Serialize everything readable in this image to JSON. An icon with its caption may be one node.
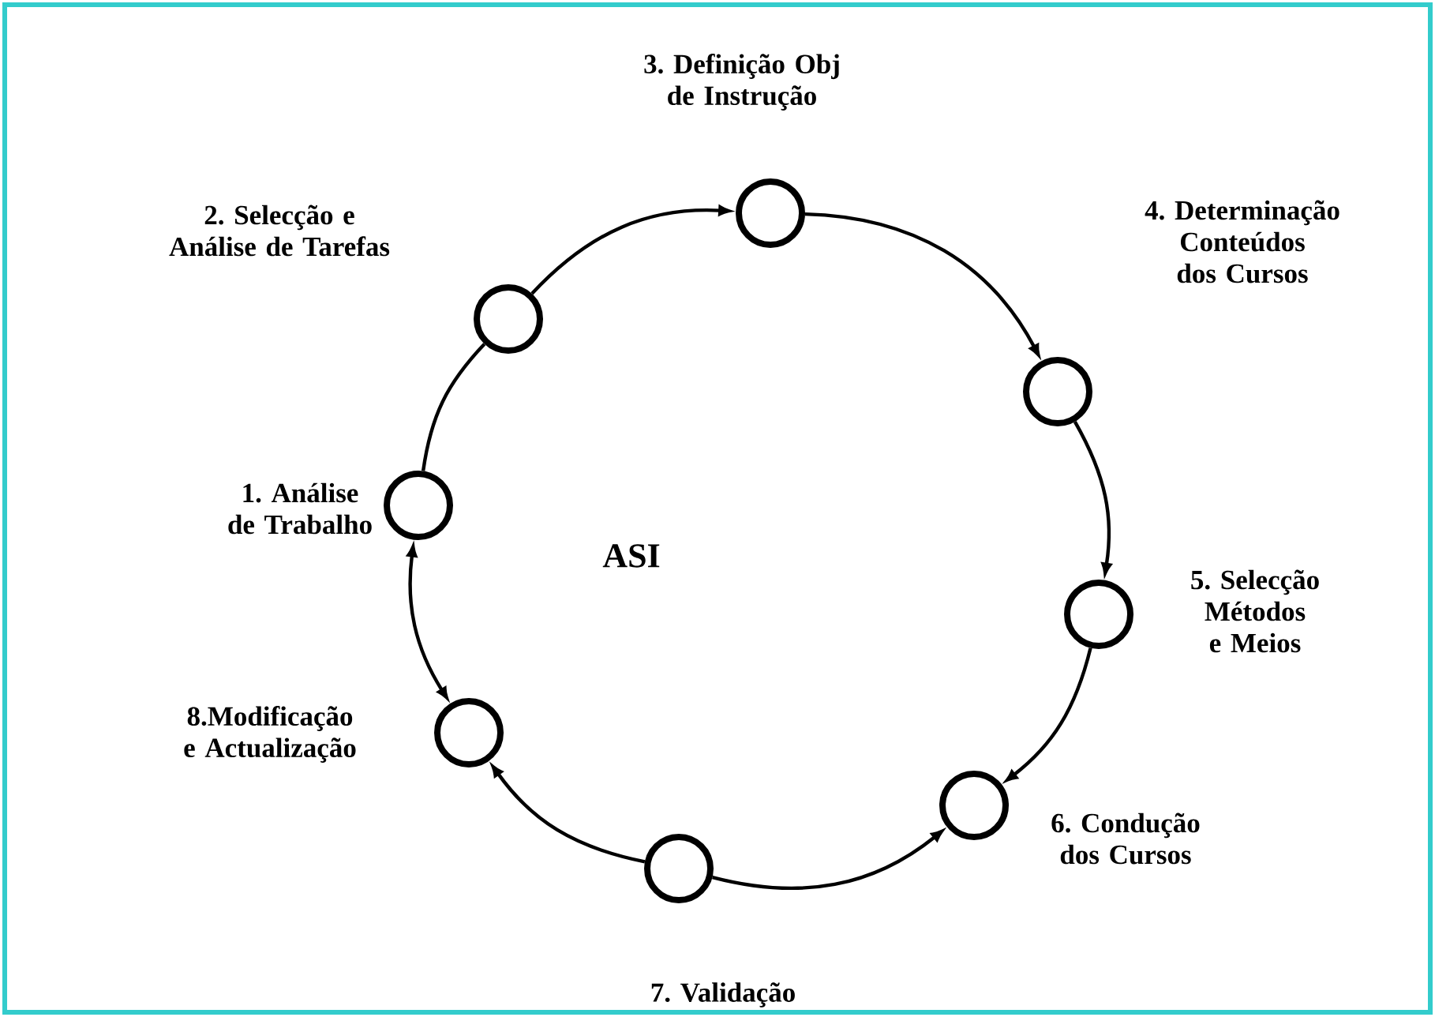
{
  "diagram": {
    "nodes": [
      {
        "text": [],
        "shape": "circle",
        "beside": [
          "1. Análise de Trabalho"
        ]
      },
      {
        "text": [],
        "shape": "circle",
        "beside": [
          "2. Selecção e Análise de Tarefas"
        ]
      },
      {
        "text": [],
        "shape": "circle",
        "beside": [
          "3. Definição Obj de Instrução"
        ]
      },
      {
        "text": [],
        "shape": "circle",
        "beside": [
          "4. Determinação Conteúdos dos Cursos"
        ]
      },
      {
        "text": [],
        "shape": "circle",
        "beside": [
          "5. Selecção Métodos e Meios"
        ]
      },
      {
        "text": [],
        "shape": "circle",
        "beside": [
          "6. Condução dos Cursos"
        ]
      },
      {
        "text": [],
        "shape": "circle",
        "beside": [
          "7. Validação"
        ]
      },
      {
        "text": [],
        "shape": "circle",
        "beside": [
          "8.Modificação e Actualização"
        ]
      }
    ],
    "edges": [
      {
        "from": 0,
        "to": 1,
        "arrow": "none"
      },
      {
        "from": 1,
        "to": 2,
        "arrow": "to"
      },
      {
        "from": 2,
        "to": 3,
        "arrow": "to"
      },
      {
        "from": 3,
        "to": 4,
        "arrow": "to"
      },
      {
        "from": 4,
        "to": 5,
        "arrow": "to"
      },
      {
        "from": 6,
        "to": 5,
        "arrow": "to"
      },
      {
        "from": 6,
        "to": 7,
        "arrow": "to"
      },
      {
        "from": 7,
        "to": 0,
        "arrow": "both"
      }
    ],
    "labels": [
      "ASI"
    ]
  }
}
